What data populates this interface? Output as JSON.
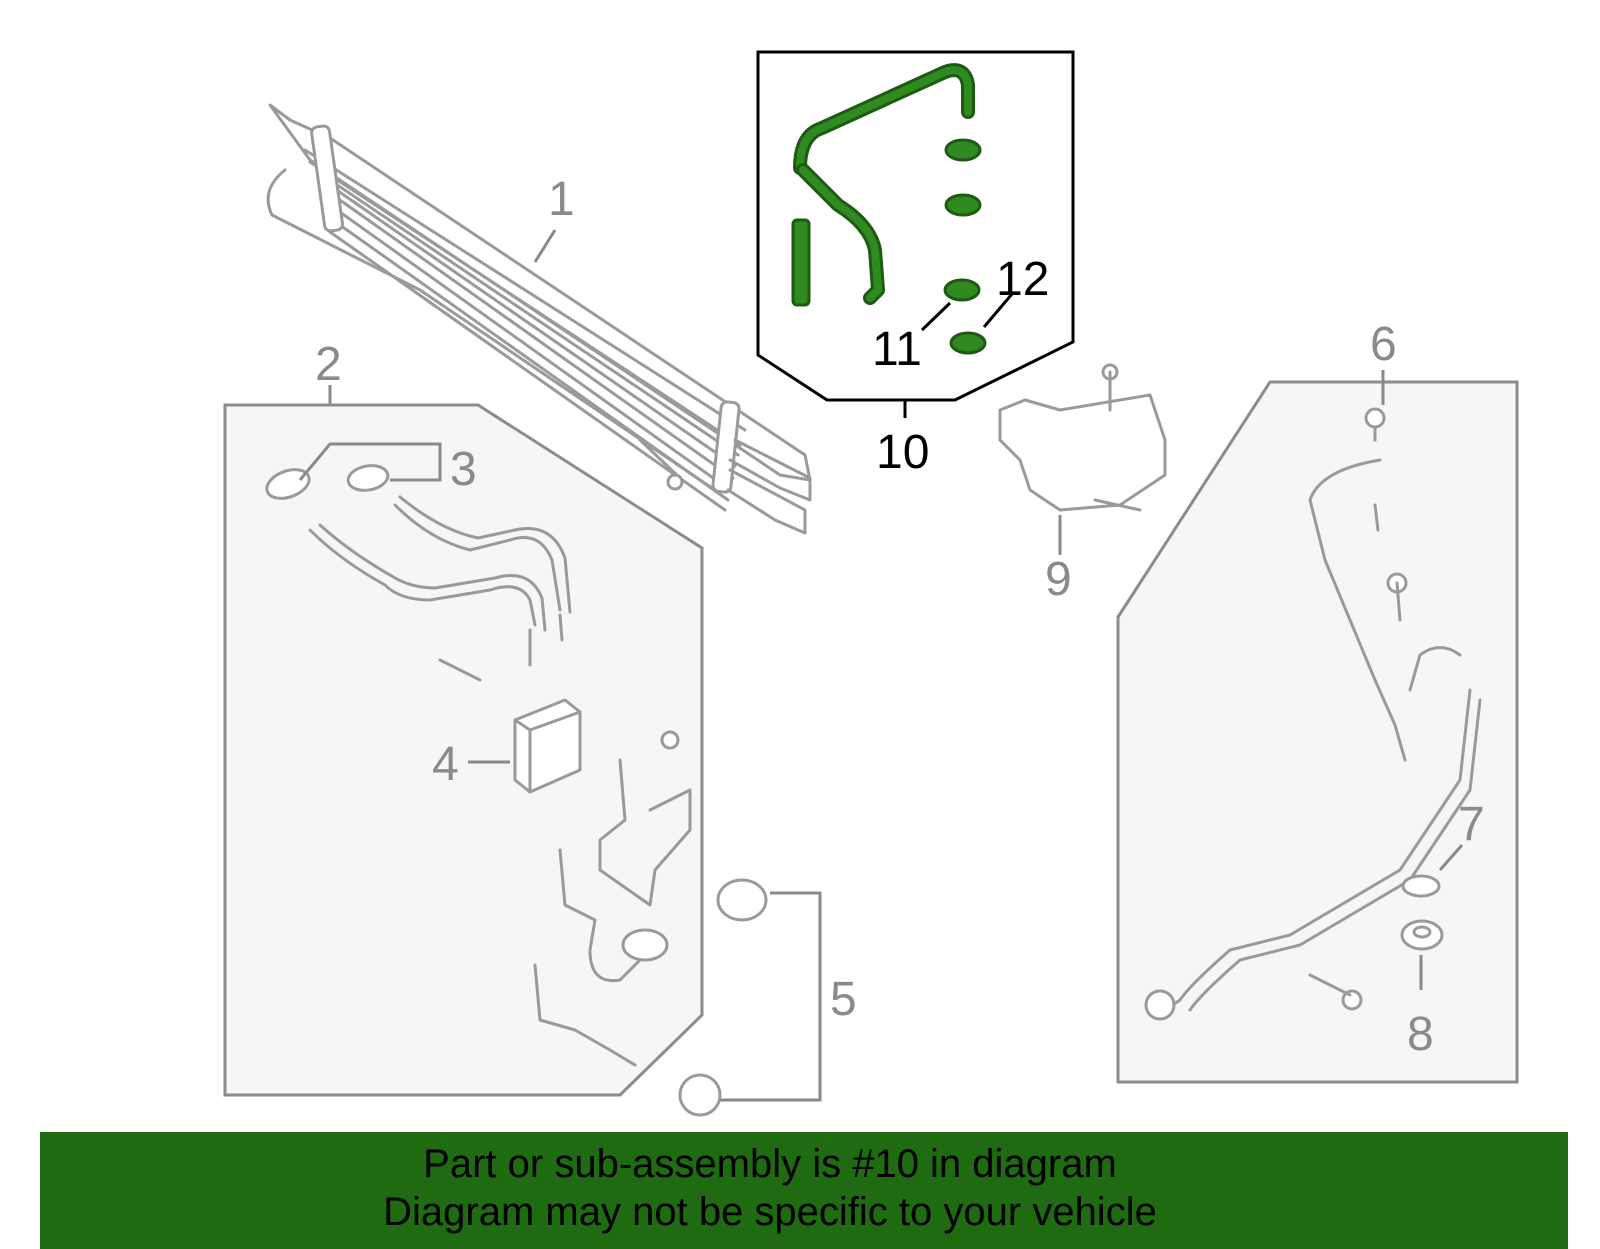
{
  "callouts": {
    "c1": "1",
    "c2": "2",
    "c3": "3",
    "c4": "4",
    "c5": "5",
    "c6": "6",
    "c7": "7",
    "c8": "8",
    "c9": "9",
    "c10": "10",
    "c11": "11",
    "c12": "12"
  },
  "banner": {
    "line1": "Part or sub-assembly is #10 in diagram",
    "line2": "Diagram may not be specific to your vehicle"
  },
  "colors": {
    "banner_bg": "#1e6b12",
    "highlight": "#2f8a1f",
    "panel_bg": "#f6f6f6",
    "line_grey": "#9a9a9a"
  },
  "highlighted_part": "10"
}
